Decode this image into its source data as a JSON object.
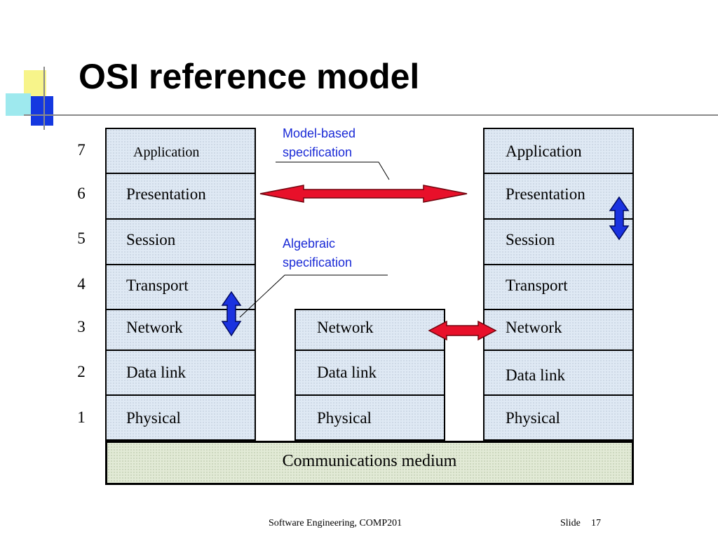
{
  "title": "OSI reference model",
  "layer_numbers": [
    "7",
    "6",
    "5",
    "4",
    "3",
    "2",
    "1"
  ],
  "left_stack": [
    "Application",
    "Presentation",
    "Session",
    "Transport",
    "Network",
    "Data link",
    "Physical"
  ],
  "middle_stack": [
    "Network",
    "Data link",
    "Physical"
  ],
  "right_stack": [
    "Application",
    "Presentation",
    "Session",
    "Transport",
    "Network",
    "Data link",
    "Physical"
  ],
  "medium": "Communications medium",
  "annotations": {
    "model_based": "Model-based\nspecification",
    "algebraic": "Algebraic\nspecification"
  },
  "colors": {
    "layer_fill": "#dfe9f4",
    "medium_fill": "#e2ead6",
    "horizontal_arrow": "#e8102a",
    "vertical_arrow": "#1a32e0",
    "annotation_text": "#1a2ad6"
  },
  "footer": {
    "course": "Software Engineering, COMP201",
    "slide_label": "Slide",
    "slide_number": "17"
  }
}
